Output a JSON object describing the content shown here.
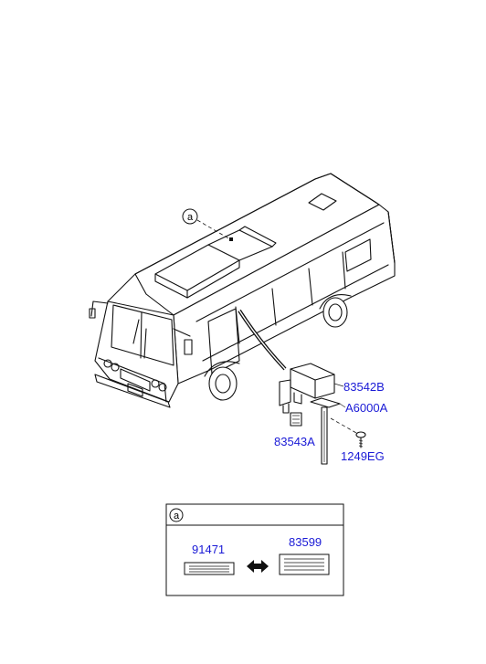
{
  "callout_marker": "a",
  "parts": {
    "p1": "83542B",
    "p2": "A6000A",
    "p3": "83543A",
    "p4": "1249EG"
  },
  "legend": {
    "marker": "a",
    "left_label": "91471",
    "right_label": "83599",
    "arrow_icon": "double-arrow-icon"
  },
  "colors": {
    "label_blue": "#1a1ad6",
    "line": "#111111"
  }
}
